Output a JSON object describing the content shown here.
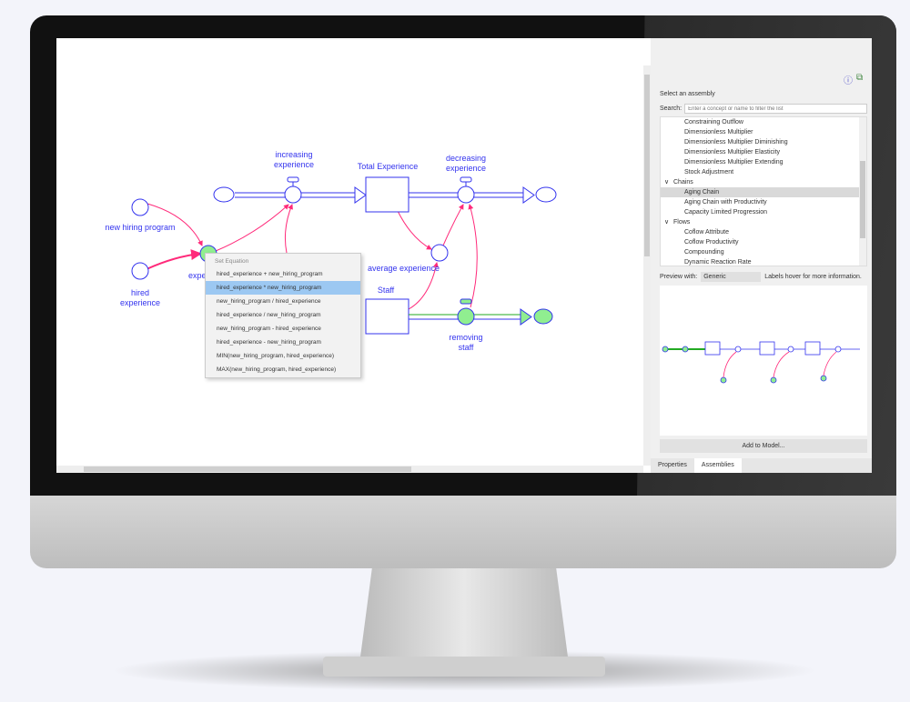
{
  "diagram": {
    "labels": {
      "increasing": [
        "increasing",
        "experience"
      ],
      "total": "Total Experience",
      "decreasing": [
        "decreasing",
        "experience"
      ],
      "new_hiring": "new hiring program",
      "hired": [
        "hired",
        "experience"
      ],
      "exp": "expe",
      "avg": "average experience",
      "staff": "Staff",
      "removing": [
        "removing",
        "staff"
      ]
    },
    "colors": {
      "stock": "#3333ee",
      "link": "#ff2a7a",
      "highlight": "#90ee90"
    }
  },
  "context_menu": {
    "header": "Set Equation",
    "items": [
      "hired_experience + new_hiring_program",
      "hired_experience * new_hiring_program",
      "new_hiring_program / hired_experience",
      "hired_experience / new_hiring_program",
      "new_hiring_program - hired_experience",
      "hired_experience - new_hiring_program",
      "MIN(new_hiring_program, hired_experience)",
      "MAX(new_hiring_program, hired_experience)"
    ],
    "highlighted_index": 1
  },
  "panel": {
    "help_icon": "help-icon",
    "popout_icon": "popout-icon",
    "title": "Select an assembly",
    "search_label": "Search:",
    "search_placeholder": "Enter a concept or name to filter the list",
    "tree": [
      {
        "type": "child",
        "label": "Constraining Outflow"
      },
      {
        "type": "child",
        "label": "Dimensionless Multiplier"
      },
      {
        "type": "child",
        "label": "Dimensionless Multiplier Diminishing"
      },
      {
        "type": "child",
        "label": "Dimensionless Multiplier Elasticity"
      },
      {
        "type": "child",
        "label": "Dimensionless Multiplier Extending"
      },
      {
        "type": "child",
        "label": "Stock Adjustment"
      },
      {
        "type": "group",
        "label": "Chains"
      },
      {
        "type": "child",
        "label": "Aging Chain",
        "selected": true
      },
      {
        "type": "child",
        "label": "Aging Chain with Productivity"
      },
      {
        "type": "child",
        "label": "Capacity Limited Progression"
      },
      {
        "type": "group",
        "label": "Flows"
      },
      {
        "type": "child",
        "label": "Coflow Attribute"
      },
      {
        "type": "child",
        "label": "Coflow Productivity"
      },
      {
        "type": "child",
        "label": "Compounding"
      },
      {
        "type": "child",
        "label": "Dynamic Reaction Rate"
      }
    ],
    "preview_label": "Preview with:",
    "preview_value": "Generic",
    "preview_hint": "Labels hover for more information.",
    "add_button": "Add to Model...",
    "tabs": [
      "Properties",
      "Assemblies"
    ],
    "active_tab": 1
  }
}
